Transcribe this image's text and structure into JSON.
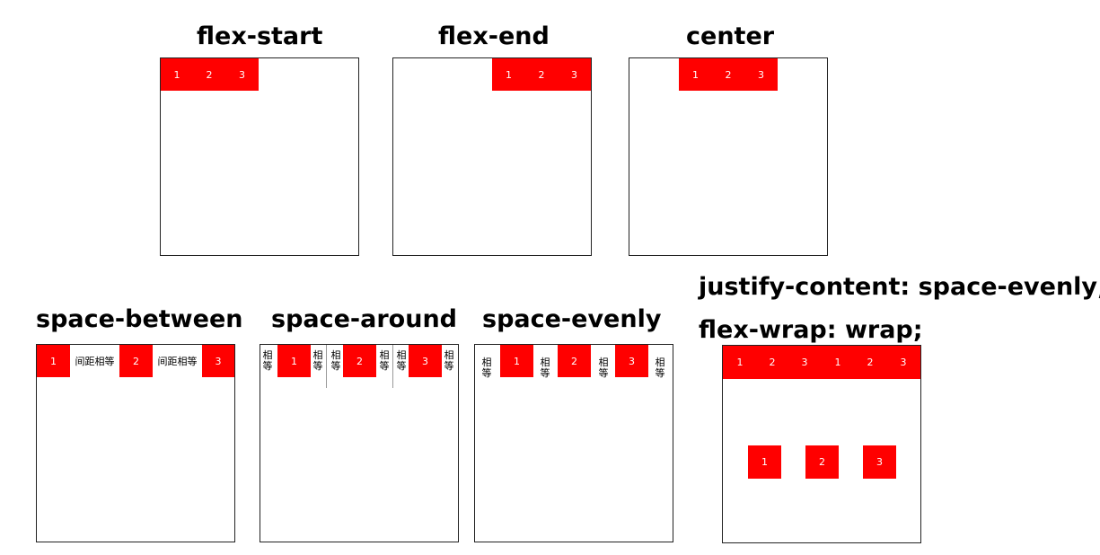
{
  "titles": {
    "flex_start": "flex-start",
    "flex_end": "flex-end",
    "center": "center",
    "space_between": "space-between",
    "space_around": "space-around",
    "space_evenly": "space-evenly",
    "wrap_line1": "justify-content: space-evenly;",
    "wrap_line2": "flex-wrap: wrap;"
  },
  "items": [
    "1",
    "2",
    "3"
  ],
  "between_gap_label": "间距相等",
  "equal_label": "相等",
  "colors": {
    "item_bg": "#ff0000",
    "item_text": "#ffffff",
    "border": "#222222"
  }
}
